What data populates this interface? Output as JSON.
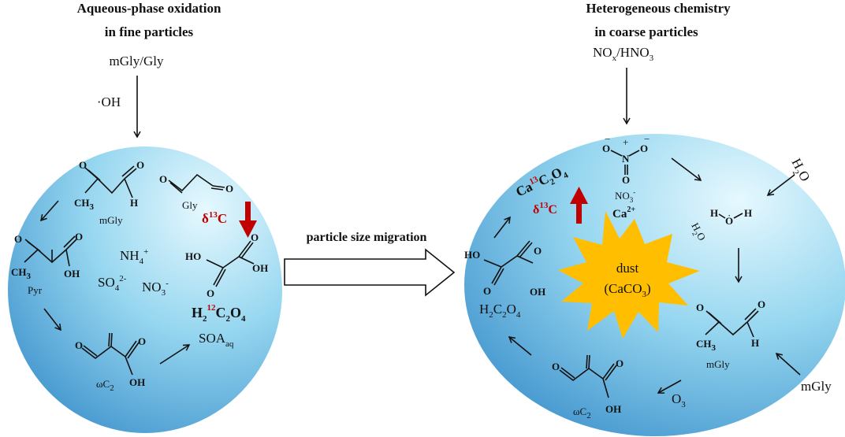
{
  "left": {
    "title_line1": "Aqueous-phase oxidation",
    "title_line2": "in fine particles",
    "precursor": "mGly/Gly",
    "oxidant": "·OH",
    "mgly_label": "mGly",
    "gly_label": "Gly",
    "pyr_label": "Pyr",
    "omega_c": "ωC",
    "omega_sub": "2",
    "nh4": "NH",
    "nh4_sub": "4",
    "nh4_sup": "+",
    "so4": "SO",
    "so4_sub": "4",
    "so4_sup": "2-",
    "no3": "NO",
    "no3_sub": "3",
    "no3_sup": "-",
    "delta_a": "δ",
    "delta_sup": "13",
    "delta_b": "C",
    "oxalic_h": "H",
    "oxalic_h_sub": "2",
    "oxalic_iso": "12",
    "oxalic_c": "C",
    "oxalic_c_sub": "2",
    "oxalic_o": "O",
    "oxalic_o_sub": "4",
    "soa": "SOA",
    "soa_sub": "aq"
  },
  "middle": {
    "migration_label": "particle size migration"
  },
  "right": {
    "title_line1": "Heterogeneous chemistry",
    "title_line2": "in coarse particles",
    "nox": "NO",
    "nox_sub": "x",
    "hno3": "/HNO",
    "hno3_sub": "3",
    "ca_a": "Ca",
    "ca_sup": "13",
    "ca_c": "C",
    "ca_c_sub": "2",
    "ca_o": "O",
    "ca_o_sub": "4",
    "delta_a": "δ",
    "delta_sup": "13",
    "delta_b": "C",
    "no3_label": "NO",
    "no3_sub": "3",
    "no3_sup": "-",
    "ca2": "Ca",
    "ca2_sup": "2+",
    "water_out": "H",
    "water_out_sub": "2",
    "water_out_o": "O",
    "water_in_label": "H",
    "water_in_sub": "2",
    "water_in_o": "O",
    "dust_line1": "dust",
    "dust_line2": "(CaCO",
    "dust_sub": "3",
    "dust_close": ")",
    "oxalic": "H",
    "oxalic_sub1": "2",
    "oxalic_c": "C",
    "oxalic_sub2": "2",
    "oxalic_o": "O",
    "oxalic_sub3": "4",
    "mgly_label": "mGly",
    "mgly_in": "mGly",
    "omega_c": "ωC",
    "omega_sub": "2",
    "ozone": "O",
    "ozone_sub": "3"
  },
  "atoms": {
    "O": "O",
    "H": "H",
    "CH": "CH",
    "CH_sub": "3",
    "OH": "OH",
    "HO": "HO",
    "N": "N",
    "plus": "+",
    "minus": "−"
  },
  "colors": {
    "sphere_center": "#d9f3fc",
    "sphere_mid": "#8fd3ee",
    "sphere_edge": "#3a8fcb",
    "dust": "#ffbf00",
    "accent_red": "#c00000"
  }
}
